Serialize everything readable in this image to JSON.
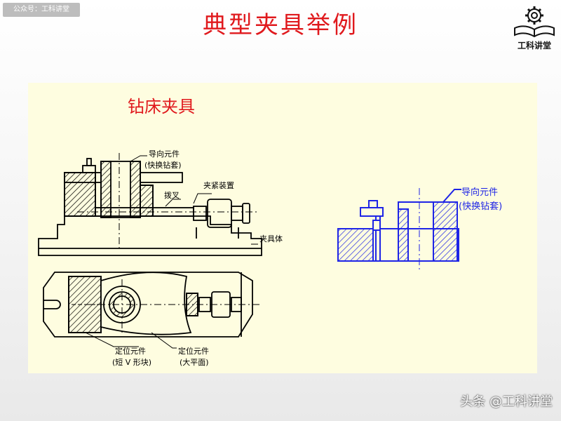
{
  "watermark": {
    "text": "公众号：工科讲堂"
  },
  "title": "典型夹具举例",
  "logo": {
    "icon": "gear-book-icon",
    "text": "工科讲堂"
  },
  "diagram": {
    "heading": "钻床夹具",
    "labels": {
      "guide_top": "导向元件",
      "guide_top_sub": "(快换钻套)",
      "clamp": "夹紧装置",
      "fork": "拨叉",
      "body": "夹具体",
      "locate_v_1": "定位元件",
      "locate_v_2": "(短 V 形块)",
      "locate_flat_1": "定位元件",
      "locate_flat_2": "(大平面)",
      "guide_right": "导向元件",
      "guide_right_sub": "(快换钻套)"
    },
    "colors": {
      "title": "#e0191d",
      "heading": "#e0191d",
      "drawing": "#000000",
      "detail": "#1e24e6",
      "panel": "#fefde0"
    }
  },
  "footer": {
    "text": "头条 @工科讲堂"
  }
}
